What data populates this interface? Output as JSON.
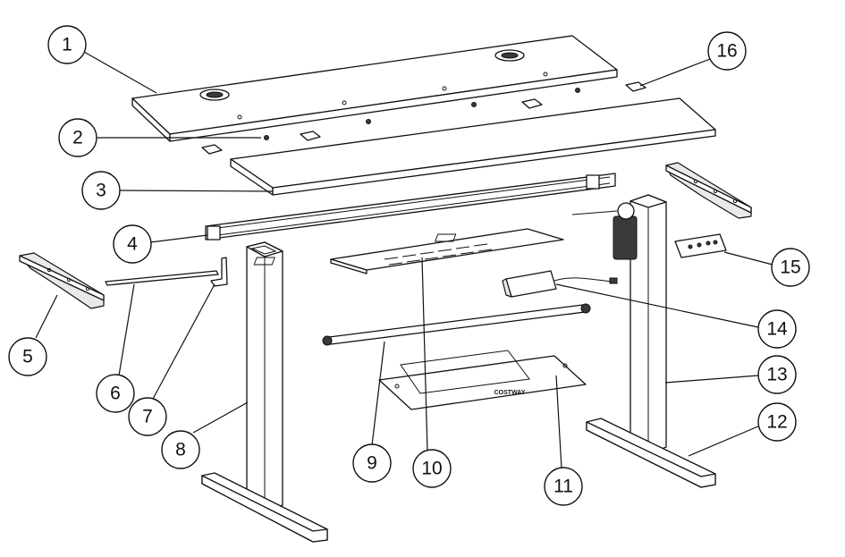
{
  "diagram": {
    "callouts": [
      {
        "id": "1",
        "label": "1"
      },
      {
        "id": "2",
        "label": "2"
      },
      {
        "id": "3",
        "label": "3"
      },
      {
        "id": "4",
        "label": "4"
      },
      {
        "id": "5",
        "label": "5"
      },
      {
        "id": "6",
        "label": "6"
      },
      {
        "id": "7",
        "label": "7"
      },
      {
        "id": "8",
        "label": "8"
      },
      {
        "id": "9",
        "label": "9"
      },
      {
        "id": "10",
        "label": "10"
      },
      {
        "id": "11",
        "label": "11"
      },
      {
        "id": "12",
        "label": "12"
      },
      {
        "id": "13",
        "label": "13"
      },
      {
        "id": "14",
        "label": "14"
      },
      {
        "id": "15",
        "label": "15"
      },
      {
        "id": "16",
        "label": "16"
      }
    ],
    "brand_mark": "COSTWAY"
  }
}
